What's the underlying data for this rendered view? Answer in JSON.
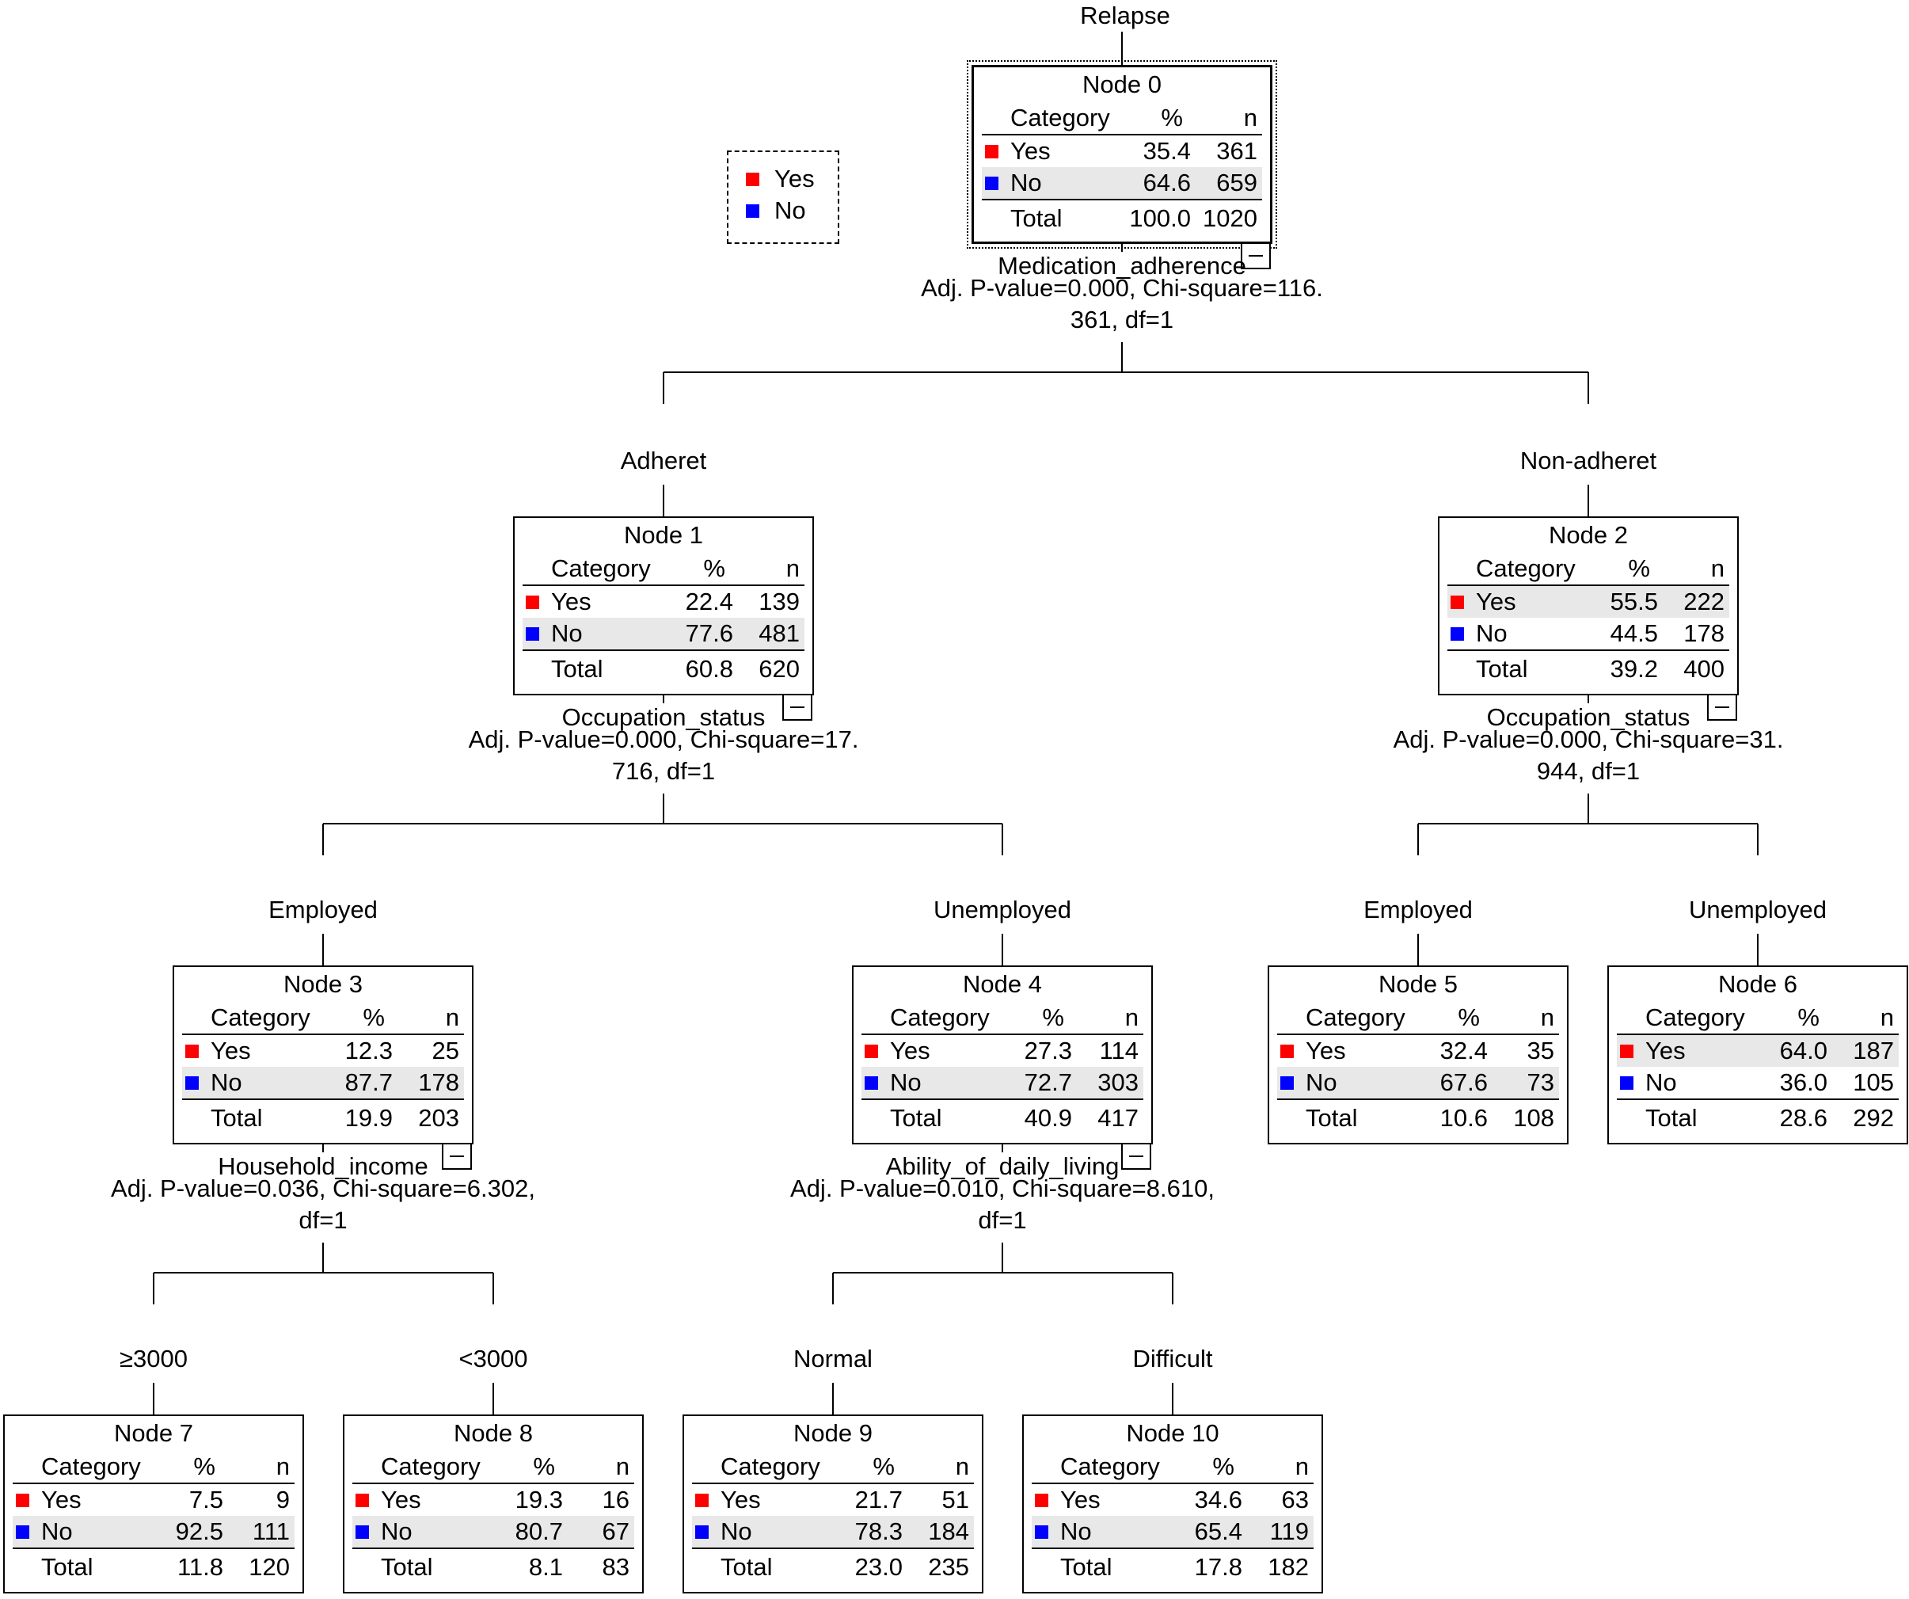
{
  "title": "Relapse",
  "legend": [
    {
      "label": "Yes",
      "color": "#e41a1c"
    },
    {
      "label": "No",
      "color": "#1010e0"
    }
  ],
  "header": {
    "category": "Category",
    "percent": "%",
    "n": "n"
  },
  "colors": {
    "yes": "#ff0000",
    "no": "#0000ff",
    "shade": "#e8e8e8"
  },
  "nodes": [
    {
      "id": 0,
      "title": "Node 0",
      "yes_pct": "35.4",
      "yes_n": "361",
      "no_pct": "64.6",
      "no_n": "659",
      "total_pct": "100.0",
      "total_n": "1020",
      "shaded": "no"
    },
    {
      "id": 1,
      "title": "Node 1",
      "yes_pct": "22.4",
      "yes_n": "139",
      "no_pct": "77.6",
      "no_n": "481",
      "total_pct": "60.8",
      "total_n": "620",
      "shaded": "no"
    },
    {
      "id": 2,
      "title": "Node 2",
      "yes_pct": "55.5",
      "yes_n": "222",
      "no_pct": "44.5",
      "no_n": "178",
      "total_pct": "39.2",
      "total_n": "400",
      "shaded": "yes"
    },
    {
      "id": 3,
      "title": "Node 3",
      "yes_pct": "12.3",
      "yes_n": "25",
      "no_pct": "87.7",
      "no_n": "178",
      "total_pct": "19.9",
      "total_n": "203",
      "shaded": "no"
    },
    {
      "id": 4,
      "title": "Node 4",
      "yes_pct": "27.3",
      "yes_n": "114",
      "no_pct": "72.7",
      "no_n": "303",
      "total_pct": "40.9",
      "total_n": "417",
      "shaded": "no"
    },
    {
      "id": 5,
      "title": "Node 5",
      "yes_pct": "32.4",
      "yes_n": "35",
      "no_pct": "67.6",
      "no_n": "73",
      "total_pct": "10.6",
      "total_n": "108",
      "shaded": "no"
    },
    {
      "id": 6,
      "title": "Node 6",
      "yes_pct": "64.0",
      "yes_n": "187",
      "no_pct": "36.0",
      "no_n": "105",
      "total_pct": "28.6",
      "total_n": "292",
      "shaded": "yes"
    },
    {
      "id": 7,
      "title": "Node 7",
      "yes_pct": "7.5",
      "yes_n": "9",
      "no_pct": "92.5",
      "no_n": "111",
      "total_pct": "11.8",
      "total_n": "120",
      "shaded": "no"
    },
    {
      "id": 8,
      "title": "Node 8",
      "yes_pct": "19.3",
      "yes_n": "16",
      "no_pct": "80.7",
      "no_n": "67",
      "total_pct": "8.1",
      "total_n": "83",
      "shaded": "no"
    },
    {
      "id": 9,
      "title": "Node 9",
      "yes_pct": "21.7",
      "yes_n": "51",
      "no_pct": "78.3",
      "no_n": "184",
      "total_pct": "23.0",
      "total_n": "235",
      "shaded": "no"
    },
    {
      "id": 10,
      "title": "Node 10",
      "yes_pct": "34.6",
      "yes_n": "63",
      "no_pct": "65.4",
      "no_n": "119",
      "total_pct": "17.8",
      "total_n": "182",
      "shaded": "no"
    }
  ],
  "row_labels": {
    "yes": "Yes",
    "no": "No",
    "total": "Total"
  },
  "splits": [
    {
      "parent": 0,
      "variable": "Medication_adherence",
      "stats": [
        "Adj. P-value=0.000, Chi-square=116.",
        "361, df=1"
      ]
    },
    {
      "parent": 1,
      "variable": "Occupation_status",
      "stats": [
        "Adj. P-value=0.000, Chi-square=17.",
        "716, df=1"
      ]
    },
    {
      "parent": 2,
      "variable": "Occupation_status",
      "stats": [
        "Adj. P-value=0.000, Chi-square=31.",
        "944, df=1"
      ]
    },
    {
      "parent": 3,
      "variable": "Household_income",
      "stats": [
        "Adj. P-value=0.036, Chi-square=6.302,",
        "df=1"
      ]
    },
    {
      "parent": 4,
      "variable": "Ability_of_daily_living",
      "stats": [
        "Adj. P-value=0.010, Chi-square=8.610,",
        "df=1"
      ]
    }
  ],
  "branches": [
    {
      "child": 1,
      "label": "Adheret"
    },
    {
      "child": 2,
      "label": "Non-adheret"
    },
    {
      "child": 3,
      "label": "Employed"
    },
    {
      "child": 4,
      "label": "Unemployed"
    },
    {
      "child": 5,
      "label": "Employed"
    },
    {
      "child": 6,
      "label": "Unemployed"
    },
    {
      "child": 7,
      "label": "≥3000"
    },
    {
      "child": 8,
      "label": "<3000"
    },
    {
      "child": 9,
      "label": "Normal"
    },
    {
      "child": 10,
      "label": "Difficult"
    }
  ]
}
